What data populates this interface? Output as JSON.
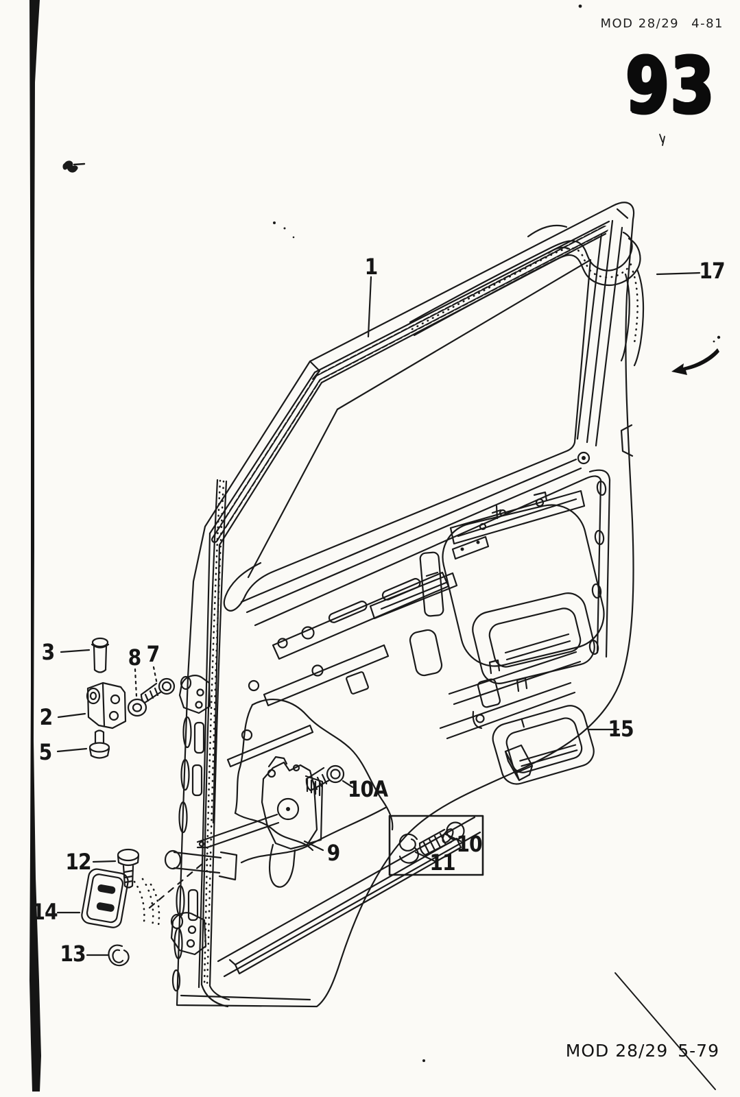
{
  "page": {
    "header": {
      "code": "MOD 28/29",
      "issue": "4-81"
    },
    "page_number": "93",
    "footer": {
      "code": "MOD 28/29",
      "issue": "5-79"
    }
  },
  "callouts": {
    "c1": "1",
    "c2": "2",
    "c3": "3",
    "c5": "5",
    "c7": "7",
    "c8": "8",
    "c9": "9",
    "c10": "10",
    "c10a": "10A",
    "c11": "11",
    "c12": "12",
    "c13": "13",
    "c14": "14",
    "c15": "15",
    "c17": "17"
  },
  "colors": {
    "ink": "#1a1a1a",
    "paper": "#fbfaf6"
  }
}
